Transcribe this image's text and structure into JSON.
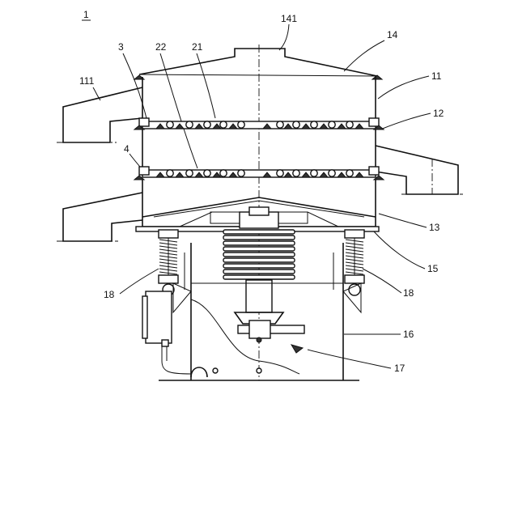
{
  "figure": {
    "number": "1",
    "labels": {
      "l1": "1",
      "l3": "3",
      "l4": "4",
      "l11": "11",
      "l12": "12",
      "l13": "13",
      "l14": "14",
      "l141": "141",
      "l15": "15",
      "l16": "16",
      "l17": "17",
      "l18a": "18",
      "l18b": "18",
      "l21": "21",
      "l22": "22",
      "l111": "111"
    }
  }
}
